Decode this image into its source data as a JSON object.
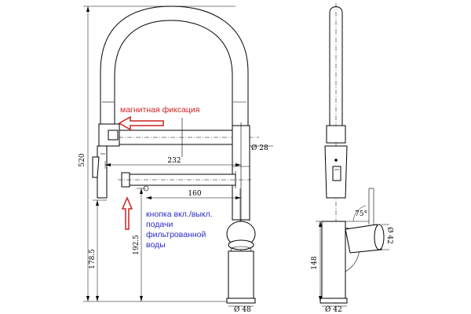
{
  "dimensions": {
    "total_height": "520",
    "faucet_base_height": "178.5",
    "spray_height": "192.5",
    "spout_reach": "232",
    "spray_reach": "160",
    "tube_diameter": "Ø 28",
    "base_diameter_front": "Ø 48",
    "base_diameter_side": "Ø 42",
    "lever_diameter": "Ø 42",
    "lever_angle": "75°",
    "body_height": "148"
  },
  "notes": {
    "magnetic": "магнитная фиксация",
    "button_lines": [
      "кнопка вкл./выкл.",
      "подачи",
      "фильтрованной",
      "воды"
    ]
  },
  "colors": {
    "note_red": "#cc2222",
    "note_blue": "#2b2bcc",
    "line": "#000000"
  }
}
